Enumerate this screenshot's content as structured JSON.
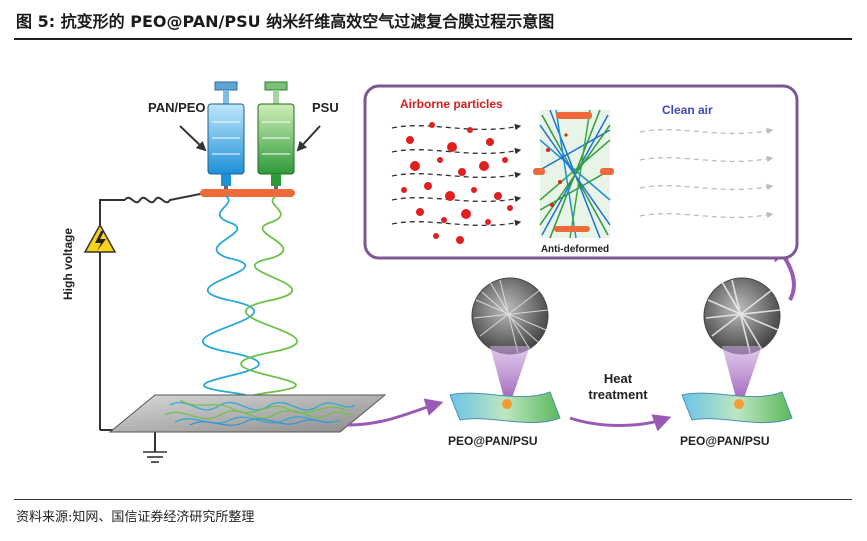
{
  "figure": {
    "title": "图 5: 抗变形的 PEO@PAN/PSU 纳米纤维高效空气过滤复合膜过程示意图",
    "source": "资料来源:知网、国信证券经济研究所整理"
  },
  "diagram": {
    "label_pan_peo": "PAN/PEO",
    "label_psu": "PSU",
    "label_voltage": "High voltage",
    "label_airborne": "Airborne particles",
    "label_clean": "Clean air",
    "label_anti": "Anti-deformed",
    "label_heat_1": "Heat",
    "label_heat_2": "treatment",
    "label_membrane_1": "PEO@PAN/PSU",
    "label_membrane_2": "PEO@PAN/PSU",
    "colors": {
      "pan_syringe": "#1e90d8",
      "psu_syringe": "#2e9a3a",
      "fiber_blue": "#2aa8d8",
      "fiber_green": "#6cc24a",
      "arrow_purple": "#9b59b6",
      "panel_border": "#7a5a90",
      "particle_red": "#e02020",
      "label_red": "#d42020",
      "label_blue": "#3c48b8"
    }
  }
}
